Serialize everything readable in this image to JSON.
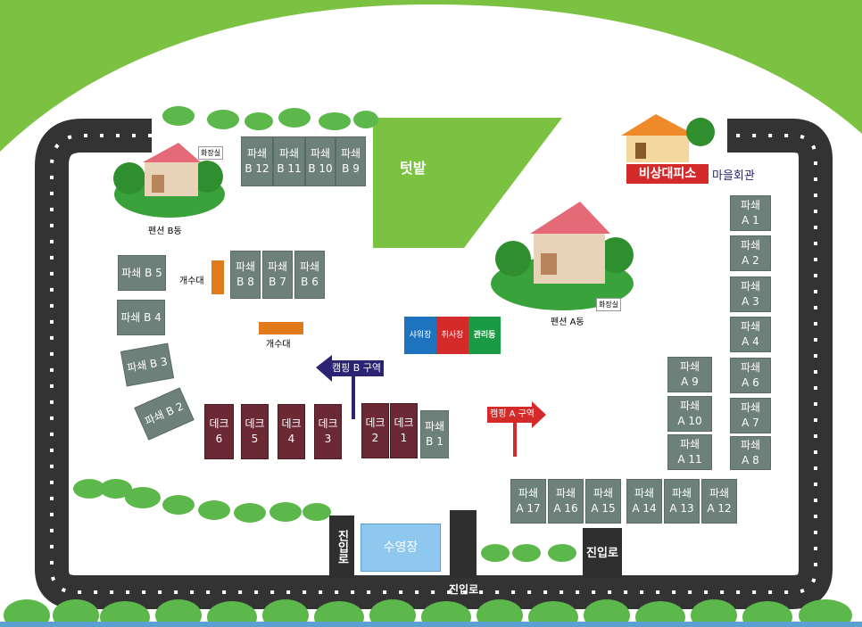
{
  "map": {
    "field_label": "텃밭",
    "pool_label": "수영장",
    "emergency_shelter_label": "비상대피소",
    "village_hall_label": "마을회관",
    "pension_b_label": "펜션 B동",
    "pension_a_label": "펜션 A동",
    "restroom_label": "화장실",
    "water_station_label": "개수대",
    "camping_b_zone": "캠핑 B 구역",
    "camping_a_zone": "캠핑 A 구역",
    "entrance_left": "진입로",
    "entrance_center": "진입로",
    "entrance_right": "진입로",
    "facilities": {
      "shower": "샤워장",
      "cooking": "취사장",
      "office": "관리동"
    },
    "sites_b": [
      {
        "line1": "파쇄",
        "line2": "B 12"
      },
      {
        "line1": "파쇄",
        "line2": "B 11"
      },
      {
        "line1": "파쇄",
        "line2": "B 10"
      },
      {
        "line1": "파쇄",
        "line2": "B 9"
      },
      {
        "line1": "파쇄",
        "line2": "B 8"
      },
      {
        "line1": "파쇄",
        "line2": "B 7"
      },
      {
        "line1": "파쇄",
        "line2": "B 6"
      },
      {
        "line1": "파쇄 B 5",
        "line2": ""
      },
      {
        "line1": "파쇄 B 4",
        "line2": ""
      },
      {
        "line1": "파쇄 B 3",
        "line2": ""
      },
      {
        "line1": "파쇄 B 2",
        "line2": ""
      },
      {
        "line1": "파쇄",
        "line2": "B 1"
      }
    ],
    "decks": [
      {
        "line1": "데크",
        "line2": "6"
      },
      {
        "line1": "데크",
        "line2": "5"
      },
      {
        "line1": "데크",
        "line2": "4"
      },
      {
        "line1": "데크",
        "line2": "3"
      },
      {
        "line1": "데크",
        "line2": "2"
      },
      {
        "line1": "데크",
        "line2": "1"
      }
    ],
    "sites_a": [
      {
        "line1": "파쇄",
        "line2": "A 1"
      },
      {
        "line1": "파쇄",
        "line2": "A 2"
      },
      {
        "line1": "파쇄",
        "line2": "A 3"
      },
      {
        "line1": "파쇄",
        "line2": "A 4"
      },
      {
        "line1": "파쇄",
        "line2": "A 6"
      },
      {
        "line1": "파쇄",
        "line2": "A 7"
      },
      {
        "line1": "파쇄",
        "line2": "A 8"
      },
      {
        "line1": "파쇄",
        "line2": "A 9"
      },
      {
        "line1": "파쇄",
        "line2": "A 10"
      },
      {
        "line1": "파쇄",
        "line2": "A 11"
      },
      {
        "line1": "파쇄",
        "line2": "A 12"
      },
      {
        "line1": "파쇄",
        "line2": "A 13"
      },
      {
        "line1": "파쇄",
        "line2": "A 14"
      },
      {
        "line1": "파쇄",
        "line2": "A 15"
      },
      {
        "line1": "파쇄",
        "line2": "A 16"
      },
      {
        "line1": "파쇄",
        "line2": "A 17"
      }
    ],
    "colors": {
      "grass": "#7cc242",
      "road": "#333333",
      "site": "#6e807a",
      "deck": "#6b2a33",
      "pool": "#8ec8ee",
      "shower": "#1e73be",
      "cooking": "#d42a2a",
      "office": "#1a9a44",
      "zone_b_arrow": "#2a2473",
      "zone_a_arrow": "#d42a2a",
      "water_station": "#e07a1a"
    }
  }
}
